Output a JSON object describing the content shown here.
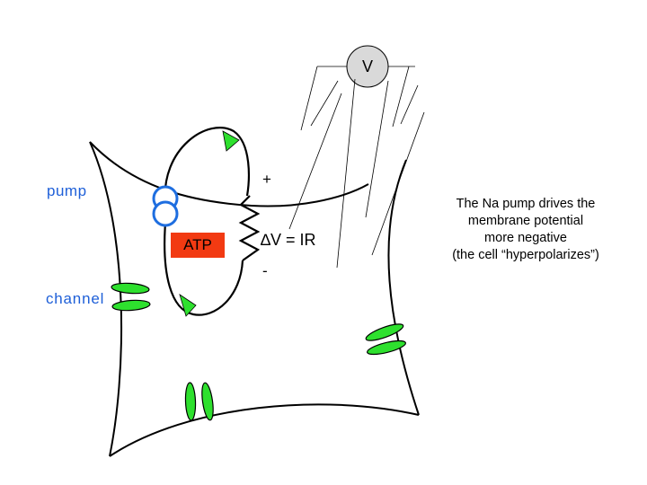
{
  "labels": {
    "pump": "pump",
    "channel": "channel",
    "atp": "ATP",
    "plus": "+",
    "minus": "-",
    "equation": "∆V = IR",
    "voltmeter": "V"
  },
  "caption": {
    "lines": [
      "The Na pump drives the",
      "membrane potential",
      "more negative",
      "(the cell “hyperpolarizes”)"
    ]
  },
  "colors": {
    "channel_green": "#2ee02e",
    "pump_blue": "#1e6ee0",
    "atp_red": "#f23a12",
    "label_blue": "#1e5fd8",
    "voltmeter_fill": "#d9d9d9"
  }
}
